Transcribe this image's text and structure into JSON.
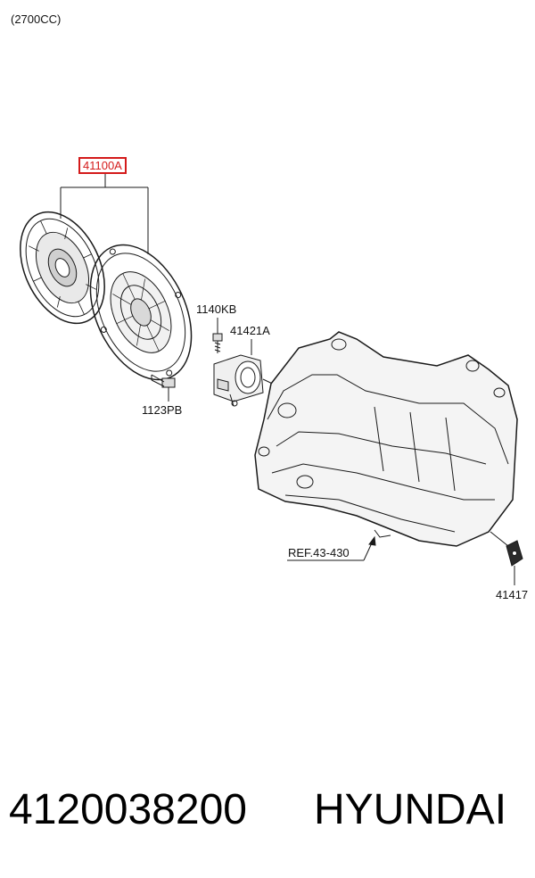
{
  "header": {
    "engine_note": "(2700CC)"
  },
  "labels": {
    "clutch_assembly": "41100A",
    "bolt_1140": "1140KB",
    "release_bearing": "41421A",
    "bolt_1123": "1123PB",
    "ref": "REF.43-430",
    "part_41417": "41417"
  },
  "colors": {
    "highlight": "#d41a1a",
    "line": "#1a1a1a"
  },
  "footer": {
    "part_number": "4120038200",
    "brand": "HYUNDAI"
  }
}
